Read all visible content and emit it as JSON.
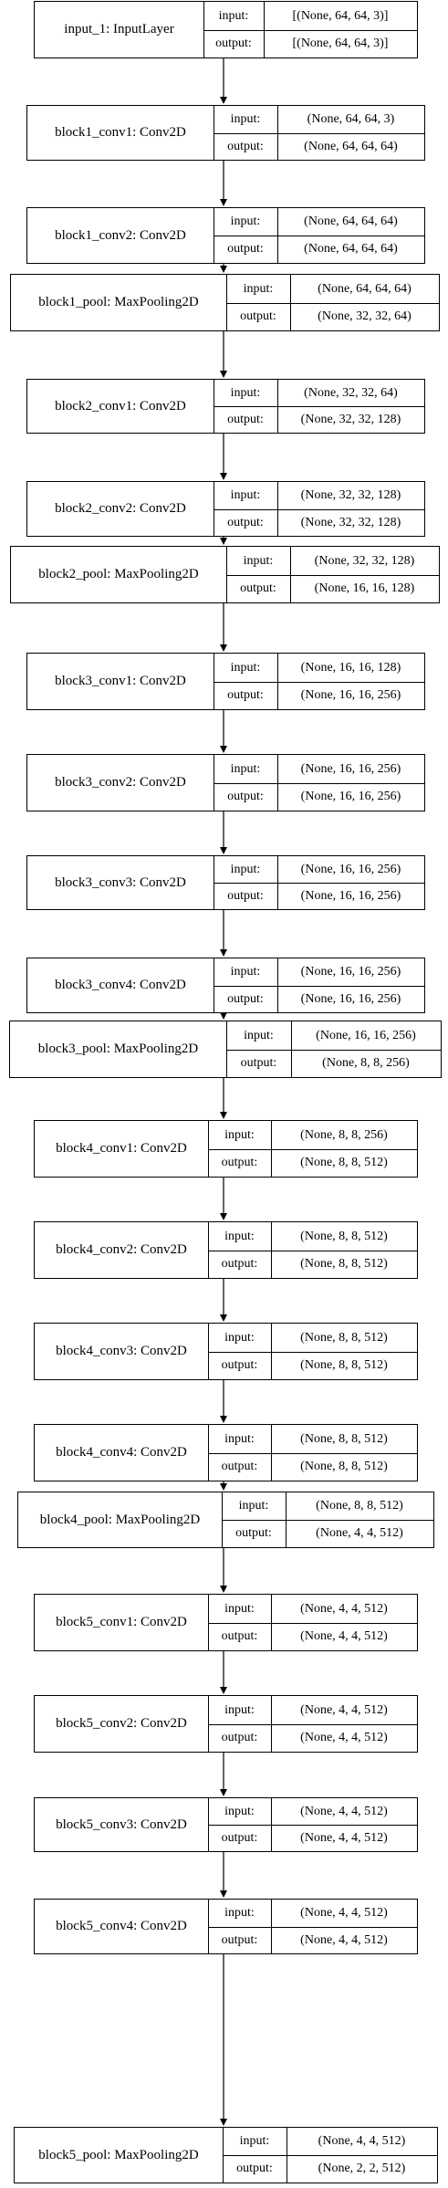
{
  "port_labels": {
    "input": "input:",
    "output": "output:"
  },
  "colors": {
    "stroke": "#000000",
    "background": "#ffffff"
  },
  "layers": [
    {
      "name": "input_1: InputLayer",
      "input": "[(None, 64, 64, 3)]",
      "output": "[(None, 64, 64, 3)]"
    },
    {
      "name": "block1_conv1: Conv2D",
      "input": "(None, 64, 64, 3)",
      "output": "(None, 64, 64, 64)"
    },
    {
      "name": "block1_conv2: Conv2D",
      "input": "(None, 64, 64, 64)",
      "output": "(None, 64, 64, 64)"
    },
    {
      "name": "block1_pool: MaxPooling2D",
      "input": "(None, 64, 64, 64)",
      "output": "(None, 32, 32, 64)"
    },
    {
      "name": "block2_conv1: Conv2D",
      "input": "(None, 32, 32, 64)",
      "output": "(None, 32, 32, 128)"
    },
    {
      "name": "block2_conv2: Conv2D",
      "input": "(None, 32, 32, 128)",
      "output": "(None, 32, 32, 128)"
    },
    {
      "name": "block2_pool: MaxPooling2D",
      "input": "(None, 32, 32, 128)",
      "output": "(None, 16, 16, 128)"
    },
    {
      "name": "block3_conv1: Conv2D",
      "input": "(None, 16, 16, 128)",
      "output": "(None, 16, 16, 256)"
    },
    {
      "name": "block3_conv2: Conv2D",
      "input": "(None, 16, 16, 256)",
      "output": "(None, 16, 16, 256)"
    },
    {
      "name": "block3_conv3: Conv2D",
      "input": "(None, 16, 16, 256)",
      "output": "(None, 16, 16, 256)"
    },
    {
      "name": "block3_conv4: Conv2D",
      "input": "(None, 16, 16, 256)",
      "output": "(None, 16, 16, 256)"
    },
    {
      "name": "block3_pool: MaxPooling2D",
      "input": "(None, 16, 16, 256)",
      "output": "(None, 8, 8, 256)"
    },
    {
      "name": "block4_conv1: Conv2D",
      "input": "(None, 8, 8, 256)",
      "output": "(None, 8, 8, 512)"
    },
    {
      "name": "block4_conv2: Conv2D",
      "input": "(None, 8, 8, 512)",
      "output": "(None, 8, 8, 512)"
    },
    {
      "name": "block4_conv3: Conv2D",
      "input": "(None, 8, 8, 512)",
      "output": "(None, 8, 8, 512)"
    },
    {
      "name": "block4_conv4: Conv2D",
      "input": "(None, 8, 8, 512)",
      "output": "(None, 8, 8, 512)"
    },
    {
      "name": "block4_pool: MaxPooling2D",
      "input": "(None, 8, 8, 512)",
      "output": "(None, 4, 4, 512)"
    },
    {
      "name": "block5_conv1: Conv2D",
      "input": "(None, 4, 4, 512)",
      "output": "(None, 4, 4, 512)"
    },
    {
      "name": "block5_conv2: Conv2D",
      "input": "(None, 4, 4, 512)",
      "output": "(None, 4, 4, 512)"
    },
    {
      "name": "block5_conv3: Conv2D",
      "input": "(None, 4, 4, 512)",
      "output": "(None, 4, 4, 512)"
    },
    {
      "name": "block5_conv4: Conv2D",
      "input": "(None, 4, 4, 512)",
      "output": "(None, 4, 4, 512)"
    },
    {
      "name": "block5_pool: MaxPooling2D",
      "input": "(None, 4, 4, 512)",
      "output": "(None, 2, 2, 512)"
    }
  ]
}
